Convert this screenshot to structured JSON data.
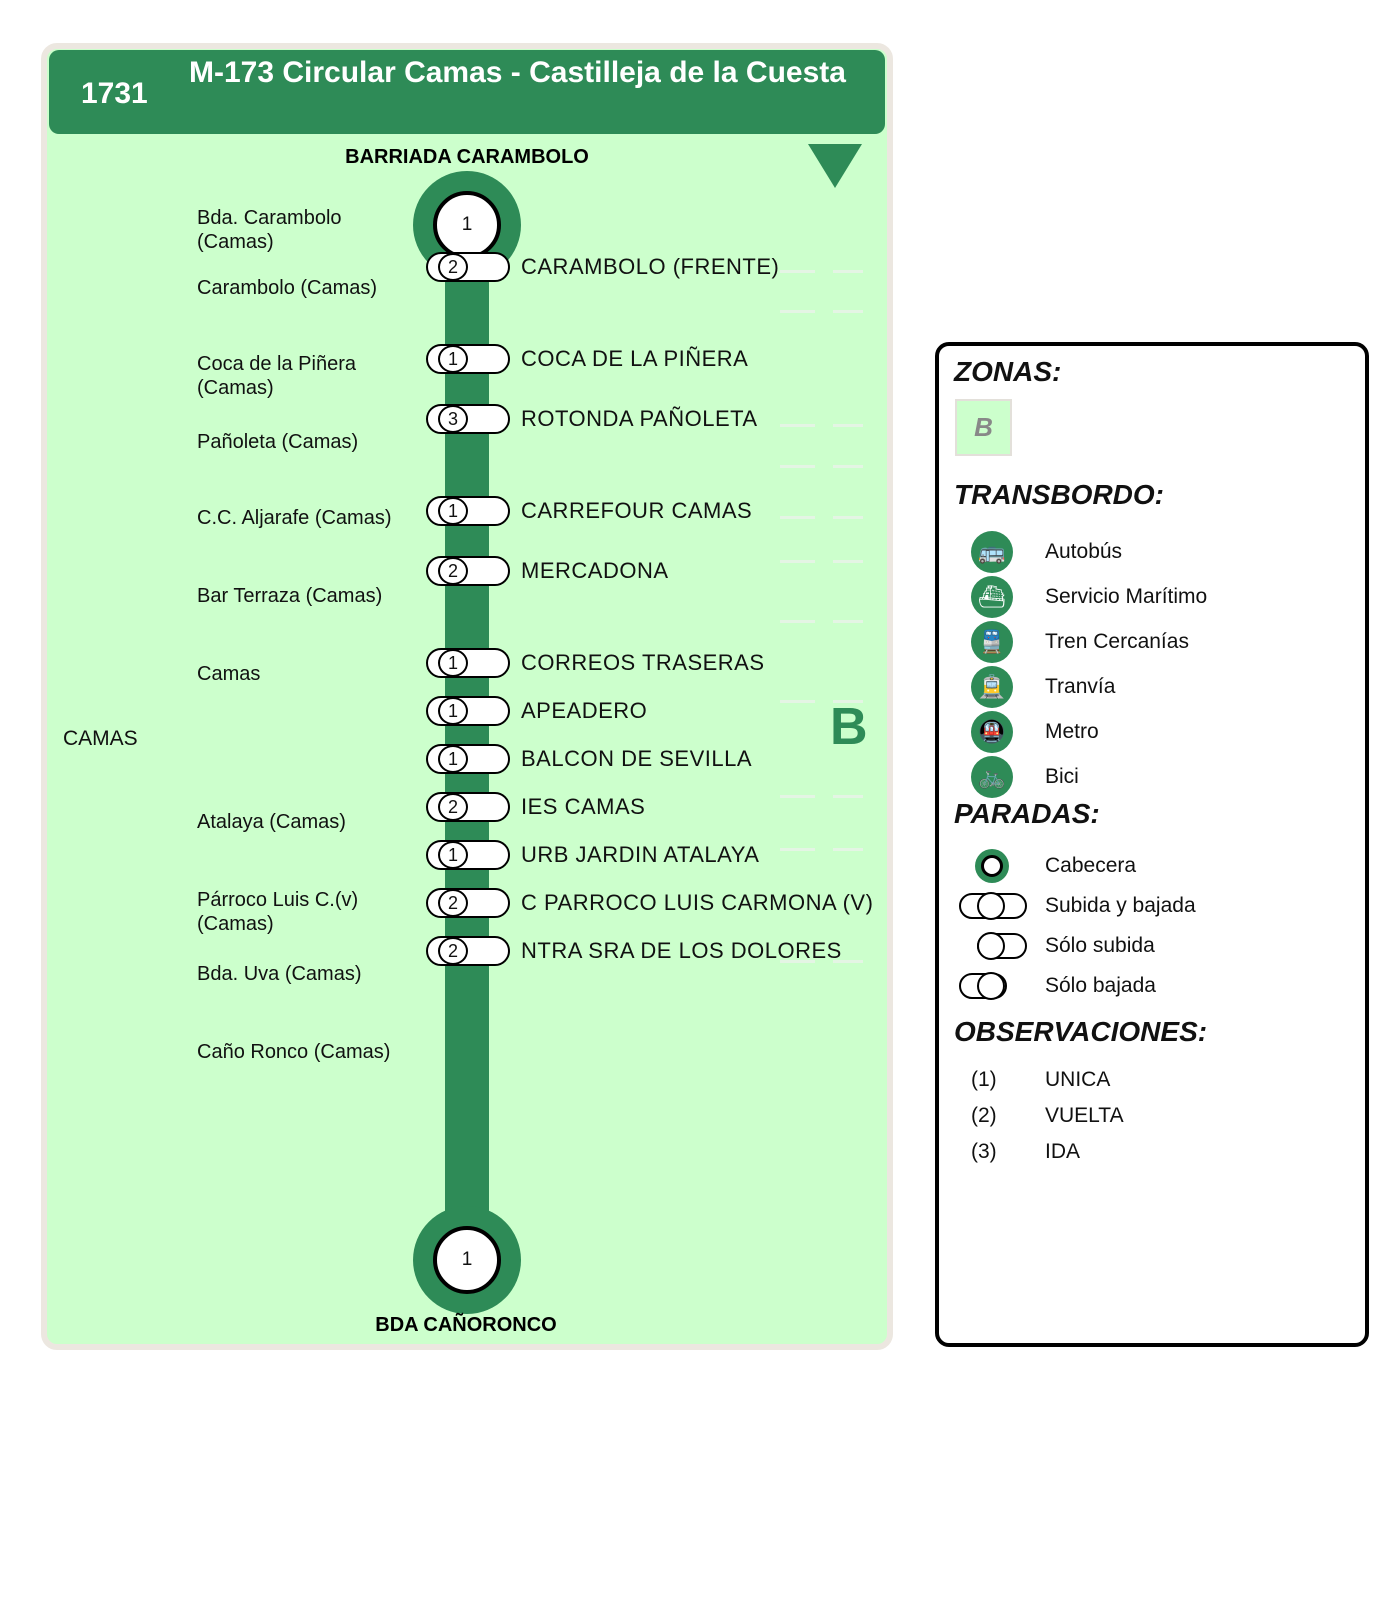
{
  "header": {
    "route_code": "1731",
    "route_name": "M-173 Circular Camas - Castilleja de la Cuesta"
  },
  "terminals": {
    "top": "BARRIADA CARAMBOLO",
    "bottom": "BDA CAÑORONCO",
    "top_number": "1",
    "bottom_number": "1"
  },
  "municipality": "CAMAS",
  "zone_letter": "B",
  "stops": [
    {
      "locality": "Bda. Carambolo\n(Camas)",
      "number": "",
      "name": ""
    },
    {
      "locality": "Carambolo (Camas)",
      "number": "2",
      "name": "CARAMBOLO (FRENTE)"
    },
    {
      "locality": "Coca de la Piñera\n(Camas)",
      "number": "1",
      "name": "COCA DE LA PIÑERA"
    },
    {
      "locality": "Pañoleta (Camas)",
      "number": "3",
      "name": "ROTONDA PAÑOLETA"
    },
    {
      "locality": "C.C. Aljarafe (Camas)",
      "number": "1",
      "name": "CARREFOUR CAMAS"
    },
    {
      "locality": "Bar Terraza (Camas)",
      "number": "2",
      "name": "MERCADONA"
    },
    {
      "locality": "Camas",
      "number": "1",
      "name": "CORREOS TRASERAS"
    },
    {
      "locality": "",
      "number": "1",
      "name": "APEADERO"
    },
    {
      "locality": "",
      "number": "1",
      "name": "BALCON DE SEVILLA"
    },
    {
      "locality": "Atalaya (Camas)",
      "number": "2",
      "name": "IES CAMAS"
    },
    {
      "locality": "",
      "number": "1",
      "name": "URB JARDIN ATALAYA"
    },
    {
      "locality": "Párroco Luis C.(v)\n(Camas)",
      "number": "2",
      "name": "C PARROCO LUIS CARMONA (V)"
    },
    {
      "locality": "Bda. Uva (Camas)",
      "number": "2",
      "name": "NTRA SRA DE LOS DOLORES"
    },
    {
      "locality": "Caño Ronco (Camas)",
      "number": "",
      "name": ""
    }
  ],
  "legend": {
    "zones_title": "ZONAS:",
    "zone_value": "B",
    "transfer_title": "TRANSBORDO:",
    "transfer": [
      {
        "icon": "bus-icon",
        "glyph": "🚌",
        "label": "Autobús"
      },
      {
        "icon": "ferry-icon",
        "glyph": "⛴",
        "label": "Servicio Marítimo"
      },
      {
        "icon": "train-icon",
        "glyph": "🚆",
        "label": "Tren Cercanías"
      },
      {
        "icon": "tram-icon",
        "glyph": "🚊",
        "label": "Tranvía"
      },
      {
        "icon": "metro-icon",
        "glyph": "🚇",
        "label": "Metro"
      },
      {
        "icon": "bike-icon",
        "glyph": "🚲",
        "label": "Bici"
      }
    ],
    "stops_title": "PARADAS:",
    "stop_types": [
      {
        "type": "cabecera",
        "label": "Cabecera"
      },
      {
        "type": "both",
        "label": "Subida y bajada"
      },
      {
        "type": "boarding",
        "label": "Sólo subida"
      },
      {
        "type": "alighting",
        "label": "Sólo bajada"
      }
    ],
    "notes_title": "OBSERVACIONES:",
    "notes": [
      {
        "code": "(1)",
        "label": "UNICA"
      },
      {
        "code": "(2)",
        "label": "VUELTA"
      },
      {
        "code": "(3)",
        "label": "IDA"
      }
    ]
  },
  "colors": {
    "route_green": "#2e8b57",
    "panel_bg": "#ccffcc",
    "panel_border": "#ece7e0"
  }
}
